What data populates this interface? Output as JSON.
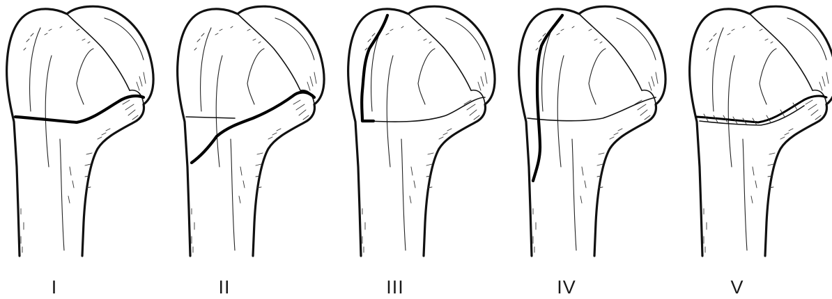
{
  "figure": {
    "panels": [
      {
        "label": "I",
        "fracture_type": "transverse-physis"
      },
      {
        "label": "II",
        "fracture_type": "physis-metaphysis-oblique"
      },
      {
        "label": "III",
        "fracture_type": "physis-epiphysis-vertical"
      },
      {
        "label": "IV",
        "fracture_type": "epiphysis-physis-metaphysis"
      },
      {
        "label": "V",
        "fracture_type": "physis-crush"
      }
    ]
  },
  "colors": {
    "ink": "#111111",
    "background": "#ffffff"
  }
}
